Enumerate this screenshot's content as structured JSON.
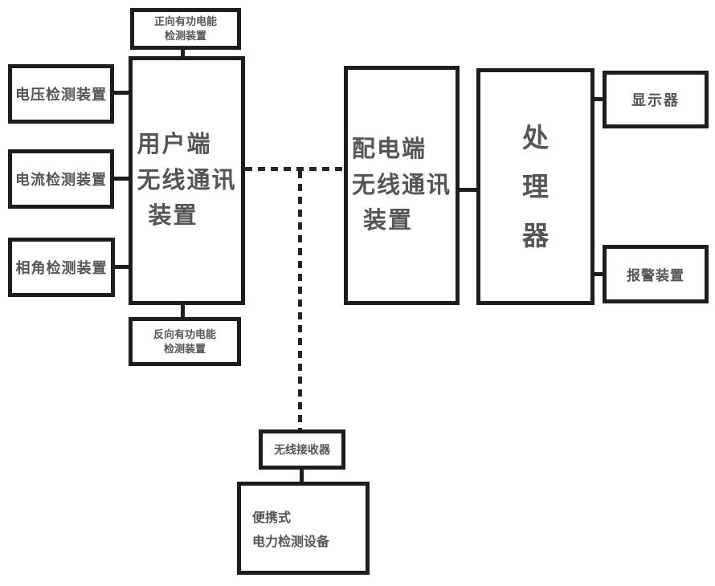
{
  "boxes": {
    "forward_energy": {
      "lines": [
        "正向有功电能",
        "检测装置"
      ]
    },
    "voltage": {
      "label": "电压检测装置"
    },
    "current": {
      "label": "电流检测装置"
    },
    "phase": {
      "label": "相角检测装置"
    },
    "user_wireless": {
      "lines": [
        "用户端",
        "无线通讯",
        "装置"
      ]
    },
    "reverse_energy": {
      "lines": [
        "反向有功电能",
        "检测装置"
      ]
    },
    "dist_wireless": {
      "lines": [
        "配电端",
        "无线通讯",
        "装置"
      ]
    },
    "processor": {
      "label": "处理器"
    },
    "display": {
      "label": "显示器"
    },
    "alarm": {
      "label": "报警装置"
    },
    "receiver": {
      "label": "无线接收器"
    },
    "portable": {
      "lines": [
        "便携式",
        "电力检测设备"
      ]
    }
  },
  "colors": {
    "line": "#1d1d1d",
    "text": "#555555",
    "background": "#ffffff"
  }
}
